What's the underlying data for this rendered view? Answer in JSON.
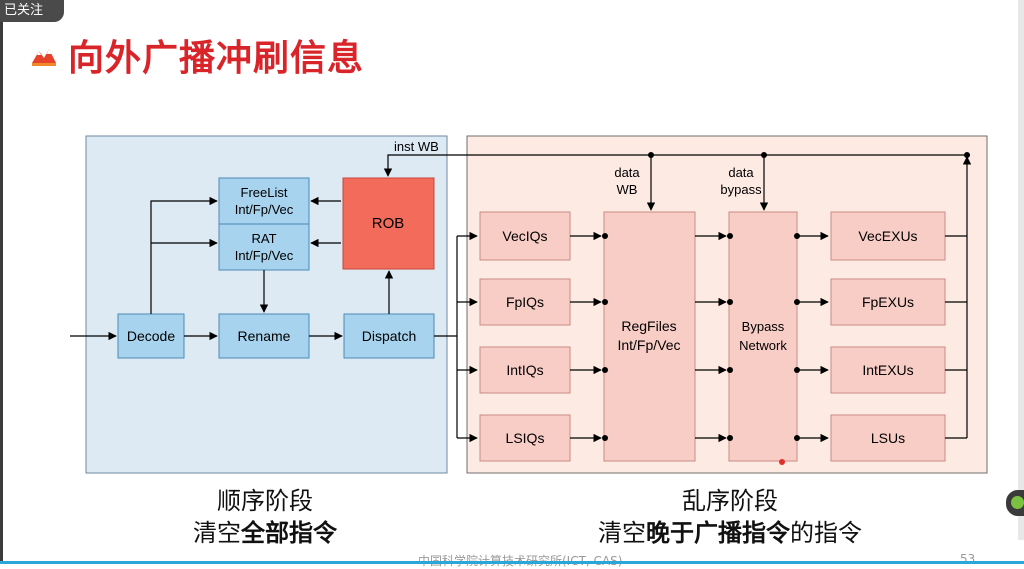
{
  "badge": {
    "follow_label": "已关注"
  },
  "title": "向外广播冲刷信息",
  "diagram": {
    "in_order_blocks": [
      "Decode",
      "Rename",
      "Dispatch"
    ],
    "freelist": [
      "FreeList",
      "Int/Fp/Vec"
    ],
    "rat": [
      "RAT",
      "Int/Fp/Vec"
    ],
    "rob": "ROB",
    "inst_wb": "inst WB",
    "data_wb": [
      "data",
      "WB"
    ],
    "data_bypass": [
      "data",
      "bypass"
    ],
    "iqs": [
      "VecIQs",
      "FpIQs",
      "IntIQs",
      "LSIQs"
    ],
    "regfiles": [
      "RegFiles",
      "Int/Fp/Vec"
    ],
    "bypass_network": [
      "Bypass",
      "Network"
    ],
    "exus": [
      "VecEXUs",
      "FpEXUs",
      "IntEXUs",
      "LSUs"
    ]
  },
  "captions": {
    "left_line1": "顺序阶段",
    "left_line2_a": "清空",
    "left_line2_b": "全部指令",
    "right_line1": "乱序阶段",
    "right_line2_a": "清空",
    "right_line2_b": "晚于广播指令",
    "right_line2_c": "的指令"
  },
  "footer": "中国科学院计算技术研究所(ICT, CAS)",
  "page_number": "53",
  "colors": {
    "title_red": "#d9252a",
    "inorder_bg": "#dde9f3",
    "block_blue": "#a7d3ee",
    "ooo_bg": "#fdeae3",
    "block_pink": "#f8cdc6",
    "rob_red": "#f26b5b"
  },
  "icons": [
    "mountain-logo-icon"
  ]
}
